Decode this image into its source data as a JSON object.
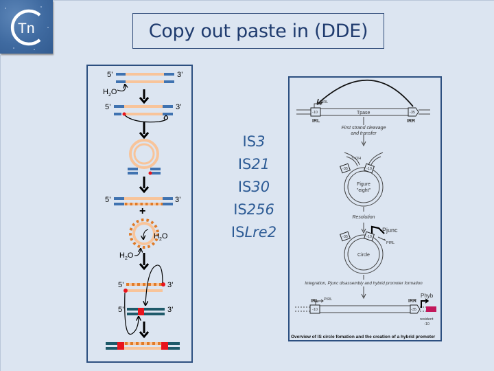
{
  "logo": {
    "text": "Tn",
    "icon": "tn-logo-icon"
  },
  "title": "Copy out paste in (DDE)",
  "left_diagram": {
    "labels": {
      "five_prime": "5’",
      "three_prime": "3’",
      "water": "H",
      "water_sub": "2",
      "water_o": "O",
      "plus": "+"
    },
    "colors": {
      "flank_blue": "#3f72b0",
      "transposon_peach": "#f8c49a",
      "dotted_orange": "#e07b28",
      "cleavage_red": "#e8141c",
      "target_teal": "#1f5a6a",
      "target_red": "#e8141c",
      "arrow": "#000000"
    }
  },
  "is_elements": [
    {
      "prefix": "IS",
      "suffix": "3"
    },
    {
      "prefix": "IS",
      "suffix": "21"
    },
    {
      "prefix": "IS",
      "suffix": "30"
    },
    {
      "prefix": "IS",
      "suffix": "256"
    },
    {
      "prefix": "IS",
      "suffix": "Lre2"
    }
  ],
  "right_diagram": {
    "irl": "IRL",
    "irr": "IRR",
    "m10": "-10",
    "m35": "-35",
    "pirl": "PIRL",
    "tpase": "Tpase",
    "step1": "First strand cleavage",
    "step1b": "and transfer",
    "oh": "3'-OH",
    "figure": "Figure",
    "eight": "\"eight\"",
    "resolution": "Resolution",
    "pjunc": "Pjunc",
    "circle": "Circle",
    "step3": "Integration, Pjunc disassembly and hybrid promoter formation",
    "phyb": "Phyb",
    "resident": "resident",
    "resident_m10": "-10",
    "caption": "Overview of IS circle fomation and the creation of a hybrid promoter",
    "colors": {
      "resident_box": "#c2185b",
      "line": "#444444"
    }
  }
}
